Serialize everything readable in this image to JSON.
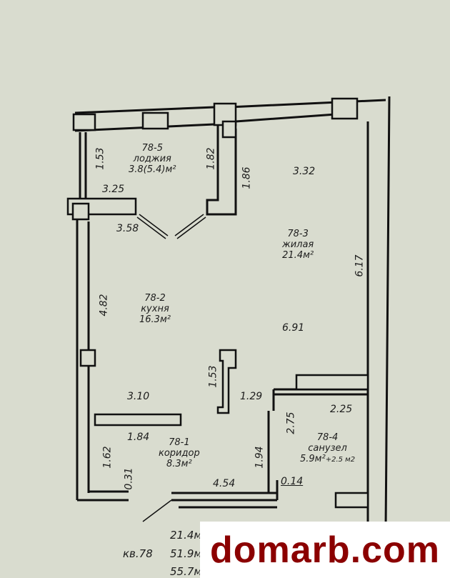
{
  "rooms": [
    {
      "id": "78-5",
      "name": "лоджия",
      "area": "3.8(5.4)м²"
    },
    {
      "id": "78-3",
      "name": "жилая",
      "area": "21.4м²"
    },
    {
      "id": "78-2",
      "name": "кухня",
      "area": "16.3м²"
    },
    {
      "id": "78-1",
      "name": "коридор",
      "area": "8.3м²"
    },
    {
      "id": "78-4",
      "name": "санузел",
      "area": "5.9м²",
      "extra": "+2.5 м2"
    }
  ],
  "dimensions": {
    "d153a": "1.53",
    "d182": "1.82",
    "d186": "1.86",
    "d332": "3.32",
    "d325": "3.25",
    "d358": "3.58",
    "d617": "6.17",
    "d482": "4.82",
    "d691": "6.91",
    "d153b": "1.53",
    "d310": "3.10",
    "d129": "1.29",
    "d275": "2.75",
    "d225": "2.25",
    "d184": "1.84",
    "d162": "1.62",
    "d194": "1.94",
    "d031": "0.31",
    "d454": "4.54",
    "d014": "0.14"
  },
  "summary": {
    "apt": "кв.78",
    "living": "21.4м",
    "total": "51.9м",
    "total_with_loggia": "55.7м"
  },
  "watermark": "domarb.com"
}
